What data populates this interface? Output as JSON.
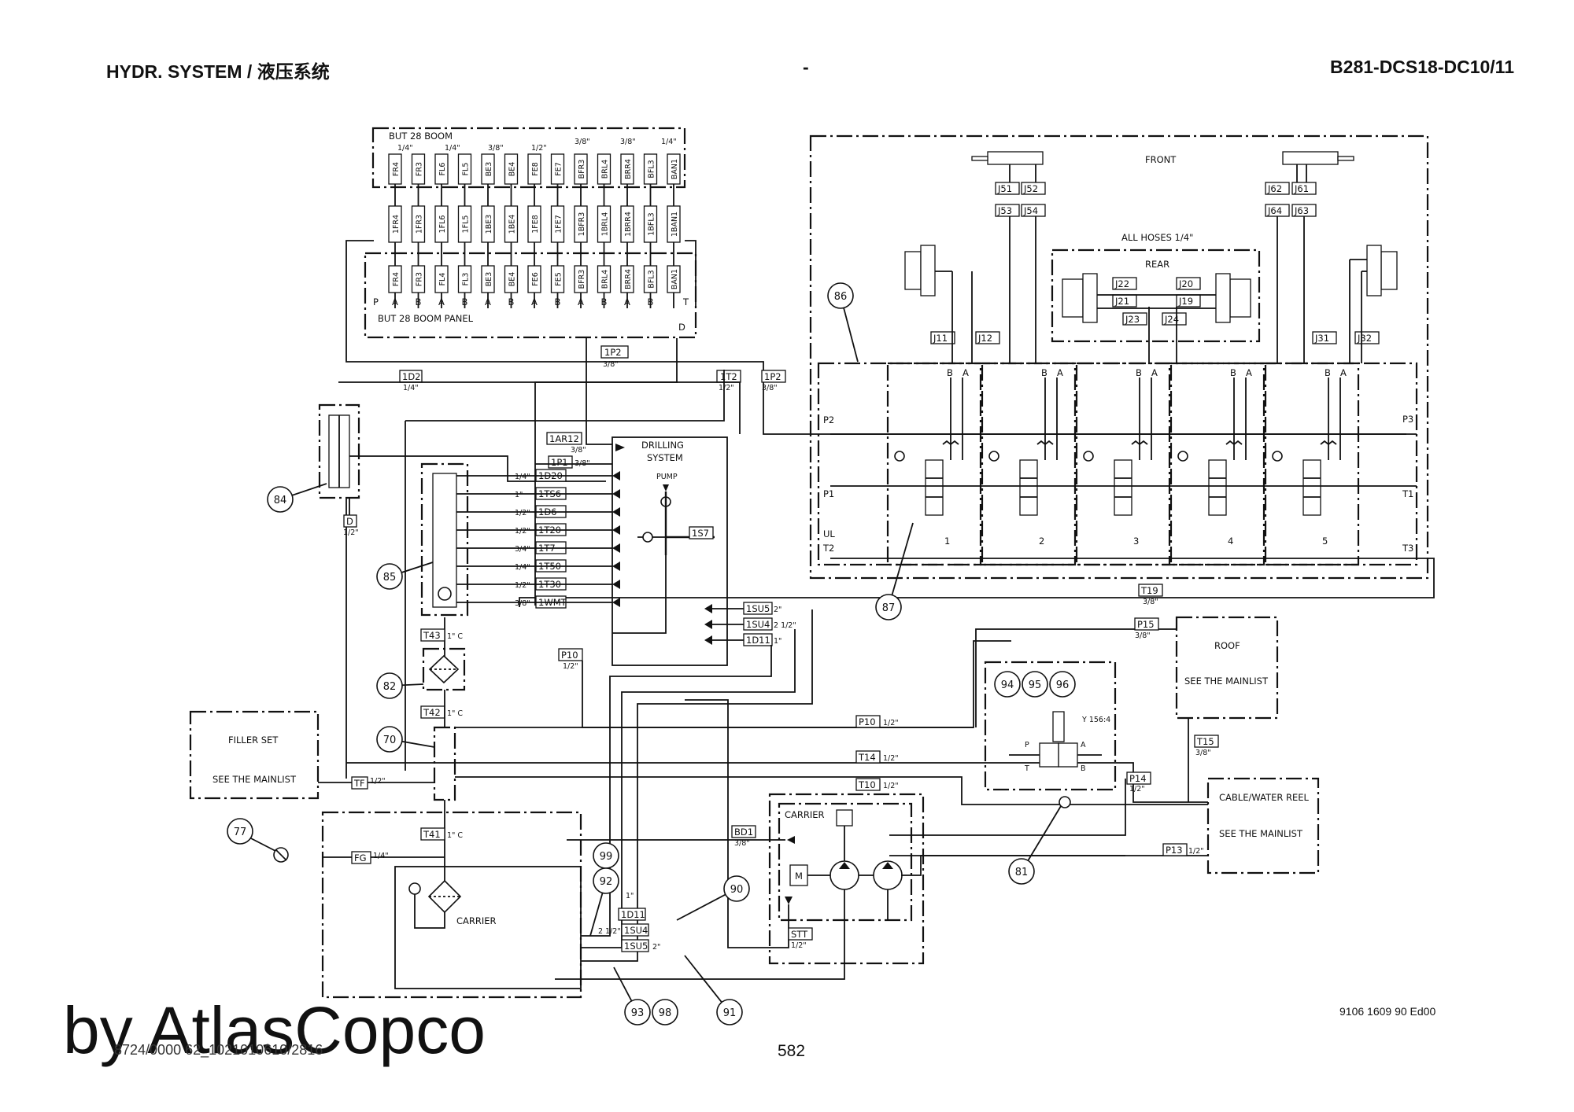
{
  "header": {
    "left": "HYDR. SYSTEM / 液压系统",
    "center": "-",
    "right": "B281-DCS18-DC10/11"
  },
  "footer": {
    "watermark": "by AtlasCopco",
    "doc_ref": "8724/0000 62_1021010610/2816",
    "page": "582",
    "drawing_no": "9106 1609 90 Ed00"
  },
  "boom": {
    "title": "BUT 28 BOOM",
    "panel_label": "BUT 28 BOOM PANEL",
    "sizes": [
      "1/4\"",
      "1/4\"",
      "3/8\"",
      "1/2\"",
      "3/8\"",
      "3/8\"",
      "1/4\""
    ],
    "top_ports": [
      "FR4",
      "FR3",
      "FL6",
      "FL5",
      "BE3",
      "BE4",
      "FE8",
      "FE7",
      "BFR3",
      "BRL4",
      "BRR4",
      "BFL3",
      "BAN1"
    ],
    "hoses": [
      "1FR4",
      "1FR3",
      "1FL6",
      "1FL5",
      "1BE3",
      "1BE4",
      "1FE8",
      "1FE7",
      "1BFR3",
      "1BRL4",
      "1BRR4",
      "1BFL3",
      "1BAN1"
    ],
    "panel_ports": [
      "FR4",
      "FR3",
      "FL4",
      "FL3",
      "BE3",
      "BE4",
      "FE6",
      "FE5",
      "BFR3",
      "BRL4",
      "BRR4",
      "BFL3",
      "BAN1"
    ],
    "panel_letters": [
      "P",
      "A",
      "B",
      "A",
      "B",
      "A",
      "B",
      "A",
      "B",
      "A",
      "B",
      "A",
      "B",
      "T"
    ],
    "drain": "D"
  },
  "front": {
    "title": "FRONT",
    "all_hoses": "ALL HOSES 1/4\"",
    "rear": "REAR",
    "labels_left_top": [
      "J51",
      "J52"
    ],
    "labels_left_bot": [
      "J53",
      "J54"
    ],
    "labels_right_top": [
      "J62",
      "J61"
    ],
    "labels_right_bot": [
      "J64",
      "J63"
    ],
    "rear_labels": [
      "J22",
      "J20",
      "J21",
      "J19",
      "J23",
      "J24"
    ],
    "section_labels": [
      "J11",
      "J12",
      "J31",
      "J32"
    ],
    "valve_ports": [
      "B",
      "A"
    ],
    "valve_numbers": [
      "1",
      "2",
      "3",
      "4",
      "5"
    ],
    "side_ports": [
      "P2",
      "P1",
      "UL",
      "T2",
      "P3",
      "T1",
      "T3"
    ]
  },
  "hoses": {
    "1P2": "1P2",
    "1P2_size": "3/8\"",
    "1T2": "1T2",
    "1T2_size": "1/2\"",
    "1P2b": "1P2",
    "1P2b_size": "3/8\"",
    "1D2": "1D2",
    "1D2_size": "1/4\"",
    "1AR12": "1AR12",
    "1AR12_size": "3/8\"",
    "1P1": "1P1",
    "1P1_size": "3/8\"",
    "D": "D",
    "D_size": "1/2\"",
    "T19": "T19",
    "T19_size": "3/8\"",
    "T43": "T43",
    "T43_size": "1\" C",
    "T42": "T42",
    "T42_size": "1\" C",
    "T41": "T41",
    "T41_size": "1\" C",
    "P10": "P10",
    "P10_size": "1/2\"",
    "P10b": "P10",
    "P10b_size": "1/2\"",
    "T14": "T14",
    "T14_size": "1/2\"",
    "T10": "T10",
    "T10_size": "1/2\"",
    "TF": "TF",
    "TF_size": "1/2\"",
    "FG": "FG",
    "FG_size": "1/4\"",
    "BD1": "BD1",
    "BD1_size": "3/8\"",
    "STT": "STT",
    "STT_size": "1/2\"",
    "P15": "P15",
    "P15_size": "3/8\"",
    "T15": "T15",
    "T15_size": "3/8\"",
    "P14": "P14",
    "P14_size": "1/2\"",
    "P13": "P13",
    "P13_size": "1/2\"",
    "1D11": "1D11",
    "1D11_size": "1\"",
    "1SU4": "1SU4",
    "1SU4_size": "2 1/2\"",
    "1SU5": "1SU5",
    "1SU5_size": "2\""
  },
  "drilling": {
    "title_1": "DRILLING",
    "title_2": "SYSTEM",
    "pump": "PUMP",
    "ports": [
      "1D20",
      "1TS6",
      "1D6",
      "1T20",
      "1T7",
      "1T50",
      "1T30",
      "1WMT"
    ],
    "port_sizes": [
      "1/4\"",
      "1\"",
      "1/2\"",
      "1/2\"",
      "3/4\"",
      "1/4\"",
      "1/2\"",
      "3/8\""
    ],
    "tank_label": "1S7",
    "right_ports": [
      "1SU5",
      "1SU4",
      "1D11"
    ],
    "right_sizes": [
      "2\"",
      "2 1/2\"",
      "1\""
    ]
  },
  "boxes": {
    "filler_1": "FILLER SET",
    "filler_2": "SEE THE MAINLIST",
    "roof_1": "ROOF",
    "roof_2": "SEE THE MAINLIST",
    "reel_1": "CABLE/WATER REEL",
    "reel_2": "SEE THE MAINLIST",
    "carrier_tank": "CARRIER",
    "carrier_pump": "CARRIER",
    "motor": "M",
    "solenoid": "Y 156:4",
    "sol_ports": [
      "P",
      "A",
      "T",
      "B"
    ]
  },
  "callouts": [
    "84",
    "85",
    "86",
    "87",
    "82",
    "70",
    "77",
    "81",
    "94",
    "95",
    "96",
    "99",
    "92",
    "90",
    "93",
    "98",
    "91"
  ]
}
